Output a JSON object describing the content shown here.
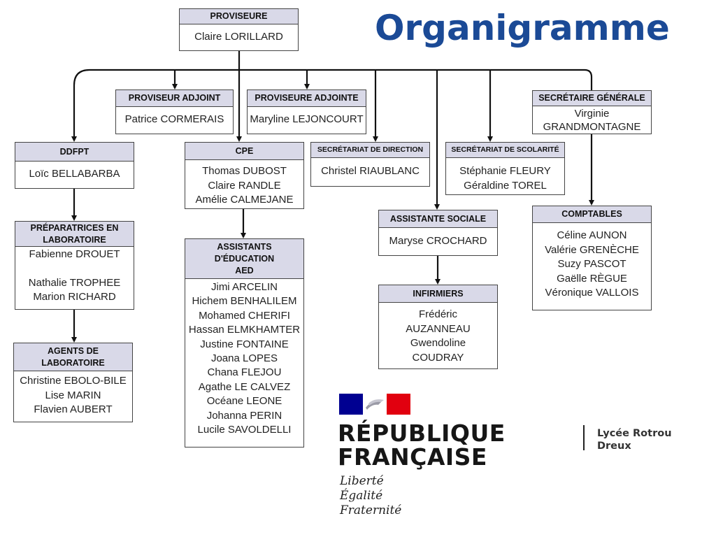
{
  "title": "Organigramme",
  "boxes": {
    "proviseur": {
      "role": "PROVISEURE",
      "names": [
        "Claire LORILLARD"
      ]
    },
    "proviseur_adjoint": {
      "role": "PROVISEUR ADJOINT",
      "names": [
        "Patrice CORMERAIS"
      ]
    },
    "proviseure_adjointe": {
      "role": "PROVISEURE ADJOINTE",
      "names": [
        "Maryline LEJONCOURT"
      ]
    },
    "secretaire_generale": {
      "role": "SECRÉTAIRE GÉNÉRALE",
      "names": [
        "Virginie",
        "GRANDMONTAGNE"
      ]
    },
    "ddfpt": {
      "role": "DDFPT",
      "names": [
        "Loïc BELLABARBA"
      ]
    },
    "cpe": {
      "role": "CPE",
      "names": [
        "Thomas DUBOST",
        "Claire RANDLE",
        "Amélie CALMEJANE"
      ]
    },
    "secretariat_direction": {
      "role": "SECRÉTARIAT DE DIRECTION",
      "names": [
        "Christel RIAUBLANC"
      ]
    },
    "secretariat_scolarite": {
      "role": "SECRÉTARIAT DE SCOLARITÉ",
      "names": [
        "Stéphanie FLEURY",
        "Géraldine TOREL"
      ]
    },
    "preparatrices": {
      "role": "PRÉPARATRICES EN LABORATOIRE",
      "names": [
        "Fabienne DROUET",
        "",
        "Nathalie TROPHEE",
        "Marion RICHARD"
      ]
    },
    "assistante_sociale": {
      "role": "ASSISTANTE SOCIALE",
      "names": [
        "Maryse CROCHARD"
      ]
    },
    "comptables": {
      "role": "COMPTABLES",
      "names": [
        "Céline AUNON",
        "Valérie GRENÈCHE",
        "Suzy PASCOT",
        "Gaëlle RÈGUE",
        "Véronique VALLOIS"
      ]
    },
    "assistants_education": {
      "role": "ASSISTANTS D'ÉDUCATION AED",
      "names": [
        "Jimi ARCELIN",
        "Hichem BENHALILEM",
        "Mohamed CHERIFI",
        "Hassan ELMKHAMTER",
        "Justine FONTAINE",
        "Joana LOPES",
        "Chana FLEJOU",
        "Agathe LE CALVEZ",
        "Océane LEONE",
        "Johanna PERIN",
        "Lucile SAVOLDELLI"
      ]
    },
    "infirmiers": {
      "role": "INFIRMIERS",
      "names": [
        "Frédéric",
        "AUZANNEAU",
        "Gwendoline",
        "COUDRAY"
      ]
    },
    "agents_laboratoire": {
      "role": "AGENTS DE LABORATOIRE",
      "names": [
        "Christine EBOLO-BILE",
        "Lise MARIN",
        "Flavien AUBERT"
      ]
    }
  },
  "logo": {
    "line1": "RÉPUBLIQUE",
    "line2": "FRANÇAISE",
    "motto": [
      "Liberté",
      "Égalité",
      "Fraternité"
    ],
    "school_name": "Lycée Rotrou",
    "school_city": "Dreux"
  },
  "colors": {
    "title": "#1b4a96",
    "header_fill": "#d9d9e8",
    "line": "#111111",
    "flag_blue": "#000091",
    "flag_red": "#e1000f"
  }
}
